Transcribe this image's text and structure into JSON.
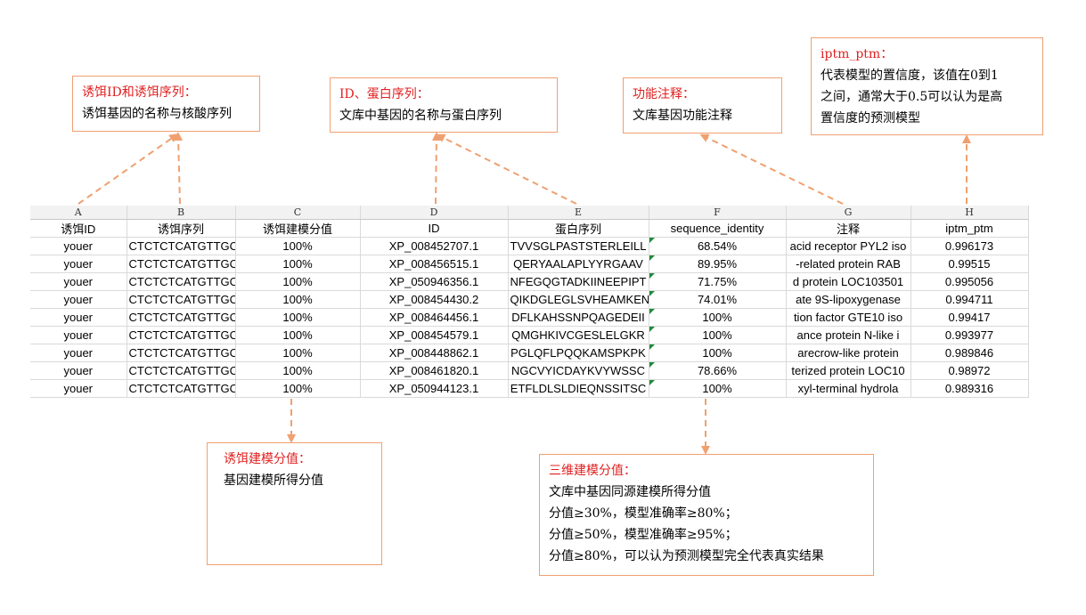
{
  "callouts": {
    "bait": {
      "title": "诱饵ID和诱饵序列：",
      "lines": [
        "诱饵基因的名称与核酸序列"
      ]
    },
    "library": {
      "title": "ID、蛋白序列：",
      "lines": [
        "文库中基因的名称与蛋白序列"
      ]
    },
    "function": {
      "title": "功能注释：",
      "lines": [
        "文库基因功能注释"
      ]
    },
    "iptm": {
      "title": "iptm_ptm：",
      "lines": [
        "代表模型的置信度，该值在0到1",
        "之间，通常大于0.5可以认为是高",
        "置信度的预测模型"
      ]
    },
    "bait_score": {
      "title": "诱饵建模分值：",
      "lines": [
        "基因建模所得分值"
      ]
    },
    "score3d": {
      "title": "三维建模分值：",
      "lines": [
        "文库中基因同源建模所得分值",
        "分值≥30%，模型准确率≥80%；",
        "分值≥50%，模型准确率≥95%；",
        "分值≥80%，可以认为预测模型完全代表真实结果"
      ]
    }
  },
  "sheet": {
    "column_letters": [
      "A",
      "B",
      "C",
      "D",
      "E",
      "F",
      "G",
      "H"
    ],
    "headers": [
      "诱饵ID",
      "诱饵序列",
      "诱饵建模分值",
      "ID",
      "蛋白序列",
      "sequence_identity",
      "注释",
      "iptm_ptm"
    ],
    "rows": [
      [
        "youer",
        "CTCTCTCATGTTGC",
        "100%",
        "XP_008452707.1",
        "TVVSGLPASTSTERLEILL",
        "68.54%",
        "acid receptor PYL2 iso",
        "0.996173"
      ],
      [
        "youer",
        "CTCTCTCATGTTGC",
        "100%",
        "XP_008456515.1",
        "QERYAALAPLYYRGAAV",
        "89.95%",
        "-related protein RAB",
        "0.99515"
      ],
      [
        "youer",
        "CTCTCTCATGTTGC",
        "100%",
        "XP_050946356.1",
        "NFEGQGTADKIINEEPIPT",
        "71.75%",
        "d protein LOC103501",
        "0.995056"
      ],
      [
        "youer",
        "CTCTCTCATGTTGC",
        "100%",
        "XP_008454430.2",
        "QIKDGLEGLSVHEAMKEN",
        "74.01%",
        "ate 9S-lipoxygenase",
        "0.994711"
      ],
      [
        "youer",
        "CTCTCTCATGTTGC",
        "100%",
        "XP_008464456.1",
        "DFLKAHSSNPQAGEDEII",
        "100%",
        "tion factor GTE10 iso",
        "0.99417"
      ],
      [
        "youer",
        "CTCTCTCATGTTGC",
        "100%",
        "XP_008454579.1",
        "QMGHKIVCGESLELGKR",
        "100%",
        "ance protein N-like i",
        "0.993977"
      ],
      [
        "youer",
        "CTCTCTCATGTTGC",
        "100%",
        "XP_008448862.1",
        "PGLQFLPQQKAMSPKPK",
        "100%",
        "arecrow-like protein",
        "0.989846"
      ],
      [
        "youer",
        "CTCTCTCATGTTGC",
        "100%",
        "XP_008461820.1",
        "NGCVYICDAYKVYWSSC",
        "78.66%",
        "terized protein LOC10",
        "0.98972"
      ],
      [
        "youer",
        "CTCTCTCATGTTGC",
        "100%",
        "XP_050944123.1",
        "ETFLDLSLDIEQNSSITSC",
        "100%",
        "xyl-terminal hydrola",
        "0.989316"
      ]
    ]
  },
  "colors": {
    "callout_border": "#F0A070",
    "title_red": "#E02020",
    "arrow": "#F0A070",
    "flag_green": "#1E8A3C"
  }
}
